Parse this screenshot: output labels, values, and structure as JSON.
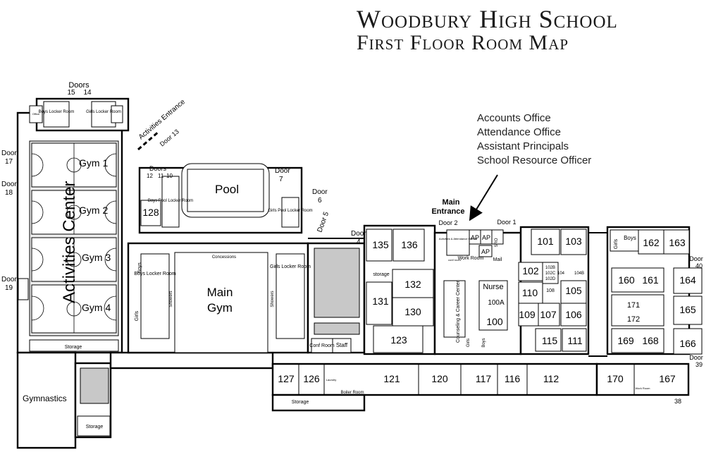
{
  "title": {
    "line1": "Woodbury High School",
    "line2": "First Floor Room Map"
  },
  "callout": {
    "lines": [
      "Accounts Office",
      "Attendance Office",
      "Assistant Principals",
      "School Resource Officer"
    ]
  },
  "labels": {
    "doors_top": "Doors",
    "doors_15": "15",
    "doors_14": "14",
    "boys_locker_top": "Boys Locker Room",
    "girls_locker_top": "Girls Locker Room",
    "office": "Office",
    "activities_entrance": "Activities Entrance",
    "door_13": "Door 13",
    "door17_a": "Door",
    "door17_b": "17",
    "door18_a": "Door",
    "door18_b": "18",
    "door19_a": "Door",
    "door19_b": "19",
    "activities_center": "Activities Center",
    "gym1": "Gym 1",
    "gym2": "Gym 2",
    "gym3": "Gym 3",
    "gym4": "Gym 4",
    "storage": "Storage",
    "gymnastics": "Gymnastics",
    "doors_pool": "Doors",
    "doors_12": "12",
    "doors_11": "11",
    "doors_10": "10",
    "room_128": "128",
    "boys_pool_locker": "Boys Pool Locker Room",
    "girls_pool_locker": "Girls Pool Locker Room",
    "pool": "Pool",
    "door7_a": "Door",
    "door7_b": "7",
    "door6_a": "Door",
    "door6_b": "6",
    "door5": "Door 5",
    "door4_a": "Door",
    "door4_b": "4",
    "main_gym_1": "Main",
    "main_gym_2": "Gym",
    "concessions": "Concessions",
    "boys_locker_main": "Boys Locker Room",
    "girls_locker_main": "Girls Locker Room",
    "boys": "Boys",
    "girls": "Girls",
    "showers": "Showers",
    "conf_room": "Conf Room",
    "staff": "Staff",
    "main_entrance_1": "Main",
    "main_entrance_2": "Entrance",
    "door2": "Door 2",
    "door1": "Door 1",
    "ap": "AP",
    "sro": "SRO",
    "activities_attendance": "Activities & Attendance Offices",
    "work_room": "Work Room",
    "mail": "Mail",
    "conf": "conf room",
    "nurse": "Nurse",
    "counseling": "Counseling & Career Center",
    "rooms": {
      "r135": "135",
      "r136": "136",
      "r132": "132",
      "r131": "131",
      "r130": "130",
      "r123": "123",
      "r100": "100",
      "r100a": "100A",
      "r101": "101",
      "r103": "103",
      "r102": "102",
      "r102b": "102B",
      "r102c": "102C",
      "r102d": "102D",
      "r104": "104",
      "r104b": "104B",
      "r108": "108",
      "r110": "110",
      "r105": "105",
      "r109": "109",
      "r107": "107",
      "r106": "106",
      "r115": "115",
      "r111": "111",
      "r162": "162",
      "r163": "163",
      "r160": "160",
      "r161": "161",
      "r164": "164",
      "r171": "171",
      "r172": "172",
      "r165": "165",
      "r169": "169",
      "r168": "168",
      "r166": "166",
      "r127": "127",
      "r126": "126",
      "r121": "121",
      "r120": "120",
      "r117": "117",
      "r116": "116",
      "r112": "112",
      "r170": "170",
      "r167": "167"
    },
    "door40_a": "Door",
    "door40_b": "40",
    "door39_a": "Door",
    "door39_b": "39",
    "num_38": "38",
    "boiler_room": "Boiler Room",
    "laundry": "Laundry",
    "storage_small": "storage",
    "work_room_small": "Work Room"
  }
}
